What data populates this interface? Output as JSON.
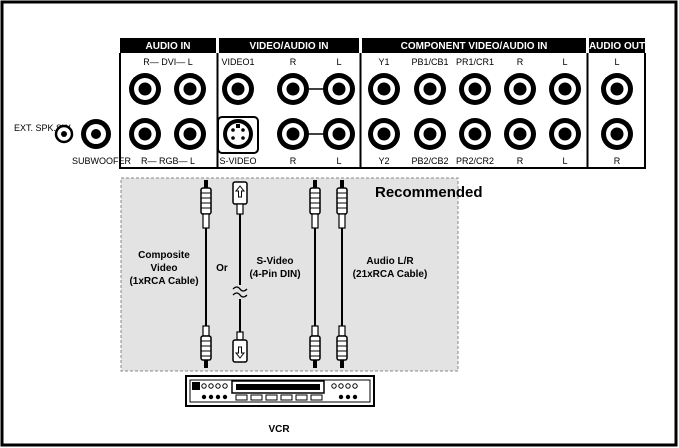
{
  "panel": {
    "headers": {
      "audio_in": "AUDIO IN",
      "video_audio_in": "VIDEO/AUDIO IN",
      "component": "COMPONENT VIDEO/AUDIO IN",
      "audio_out": "AUDIO OUT"
    },
    "top_labels": {
      "dvi": "R— DVI— L",
      "video1": "VIDEO1",
      "r1": "R",
      "l1": "L",
      "y1": "Y1",
      "pb1": "PB1/CB1",
      "pr1": "PR1/CR1",
      "r2": "R",
      "l2": "L",
      "out_l": "L"
    },
    "bottom_labels": {
      "rgb": "R— RGB— L",
      "svideo": "S-VIDEO",
      "r1": "R",
      "l1": "L",
      "y2": "Y2",
      "pb2": "PB2/CB2",
      "pr2": "PR2/CR2",
      "r2": "R",
      "l2": "L",
      "out_r": "R"
    },
    "side": {
      "ext_spk": "EXT. SPK.SW",
      "subwoofer": "SUBWOOFER"
    }
  },
  "cables": {
    "recommended": "Recommended",
    "composite": [
      "Composite",
      "Video",
      "(1xRCA Cable)"
    ],
    "or": "Or",
    "svideo": [
      "S-Video",
      "(4-Pin DIN)"
    ],
    "audio": [
      "Audio L/R",
      "(21xRCA Cable)"
    ]
  },
  "device": {
    "label": "VCR",
    "icon": "vcr-icon"
  },
  "colors": {
    "header_bg": "#000000",
    "shade": "#e3e3e3",
    "line": "#000000"
  }
}
